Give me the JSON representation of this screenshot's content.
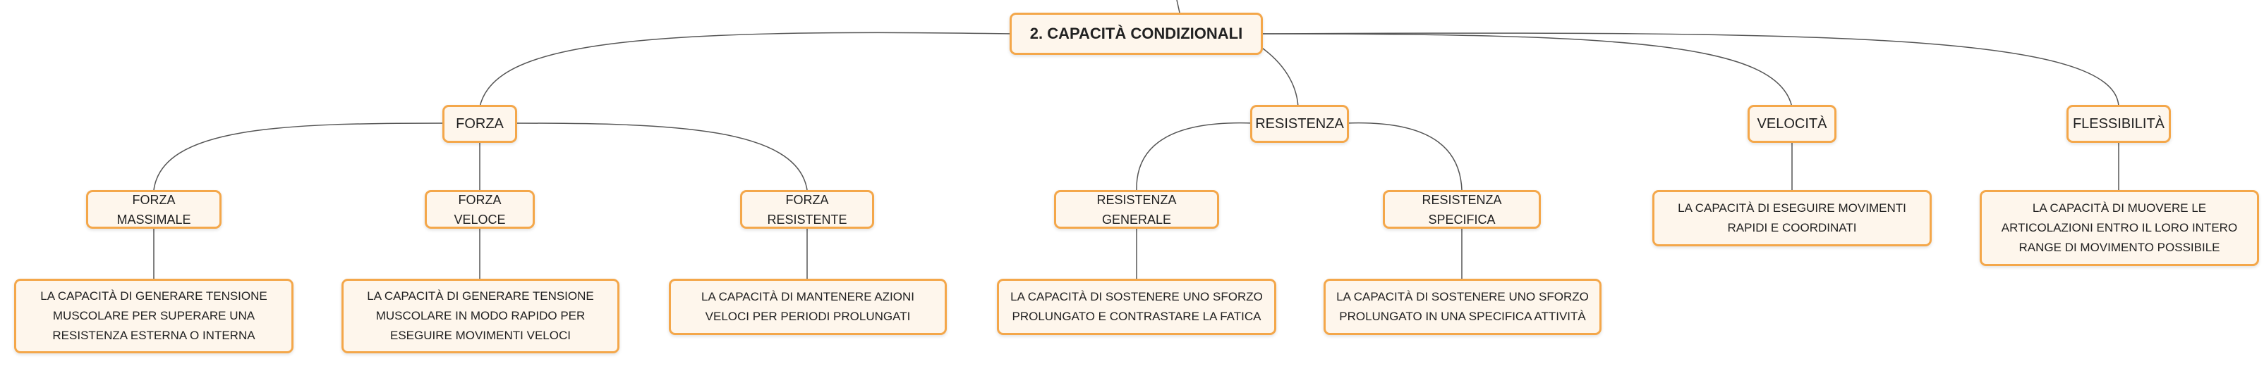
{
  "map": {
    "root": "2. CAPACITÀ CONDIZIONALI",
    "forza": {
      "label": "FORZA",
      "massimale": {
        "label": "FORZA MASSIMALE",
        "desc": "LA CAPACITÀ DI GENERARE TENSIONE MUSCOLARE PER SUPERARE UNA RESISTENZA ESTERNA O INTERNA"
      },
      "veloce": {
        "label": "FORZA VELOCE",
        "desc": "LA CAPACITÀ DI GENERARE TENSIONE MUSCOLARE IN MODO RAPIDO PER ESEGUIRE MOVIMENTI VELOCI"
      },
      "resistente": {
        "label": "FORZA RESISTENTE",
        "desc": "LA CAPACITÀ DI MANTENERE AZIONI VELOCI PER PERIODI PROLUNGATI"
      }
    },
    "resistenza": {
      "label": "RESISTENZA",
      "generale": {
        "label": "RESISTENZA GENERALE",
        "desc": "LA CAPACITÀ DI SOSTENERE UNO SFORZO PROLUNGATO E CONTRASTARE LA FATICA"
      },
      "specifica": {
        "label": "RESISTENZA SPECIFICA",
        "desc": "LA CAPACITÀ DI SOSTENERE UNO SFORZO PROLUNGATO IN UNA SPECIFICA ATTIVITÀ"
      }
    },
    "velocita": {
      "label": "VELOCITÀ",
      "desc": "LA CAPACITÀ DI ESEGUIRE MOVIMENTI RAPIDI E COORDINATI"
    },
    "flessibilita": {
      "label": "FLESSIBILITÀ",
      "desc": "LA CAPACITÀ DI MUOVERE LE ARTICOLAZIONI ENTRO IL LORO INTERO RANGE DI MOVIMENTO POSSIBILE"
    }
  },
  "colors": {
    "node_fill": "#fef6ec",
    "node_border": "#f4a74a",
    "connector": "#555555"
  }
}
